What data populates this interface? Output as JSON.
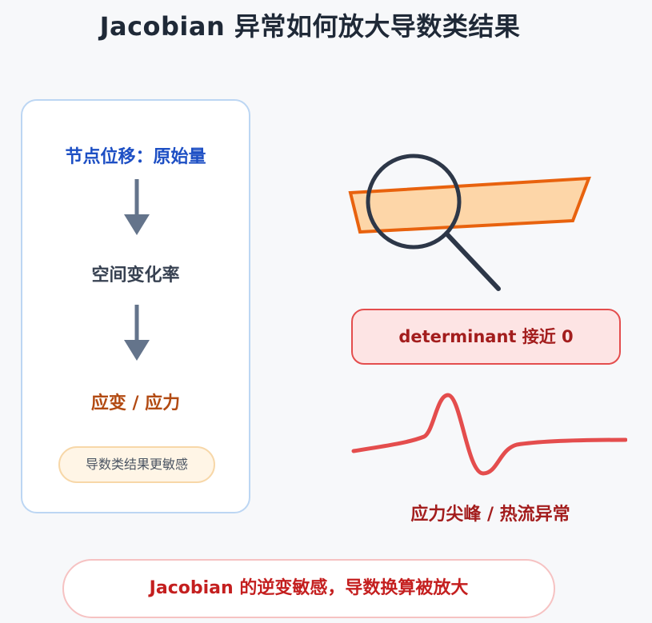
{
  "title": "Jacobian 异常如何放大导数类结果",
  "chain": {
    "step1": "节点位移：原始量",
    "step2": "空间变化率",
    "step3": "应变 / 应力",
    "note": "导数类结果更敏感"
  },
  "determinant_label": "determinant 接近 0",
  "spike_label": "应力尖峰 / 热流异常",
  "conclusion": "Jacobian 的逆变敏感，导数换算被放大",
  "colors": {
    "blue": "#1d4fc4",
    "orange": "#e8620e",
    "orange_fill": "#fdd6a8",
    "red": "#e44d4d",
    "dark_red": "#a31d1d",
    "slate": "#64748b",
    "lens": "#2d3748"
  },
  "icons": {
    "magnifier": "magnifier-icon",
    "arrow": "arrow-down-icon"
  }
}
